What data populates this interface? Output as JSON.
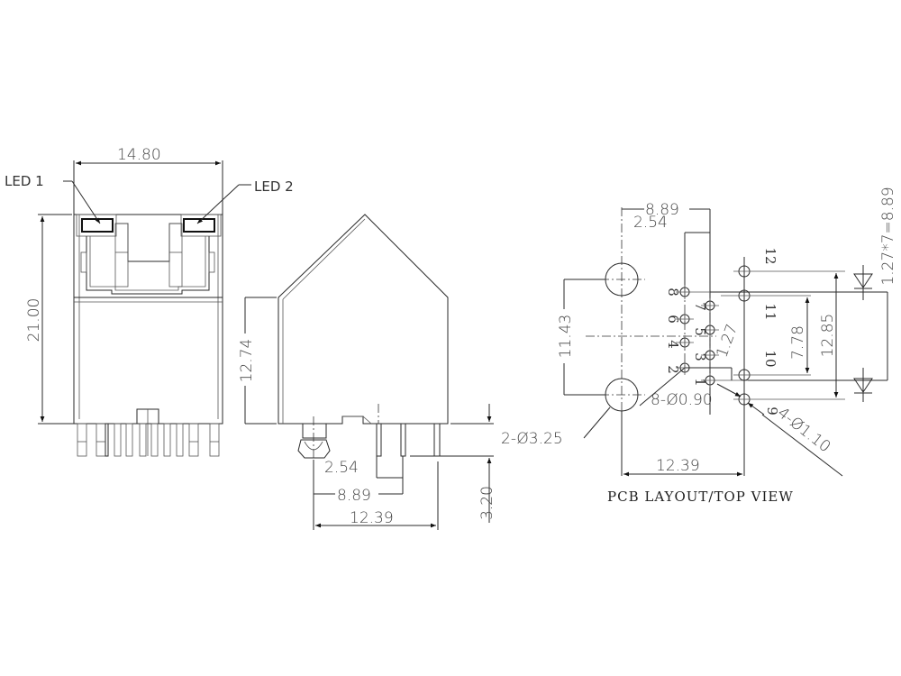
{
  "front_view": {
    "width_dim": "14.80",
    "height_dim": "21.00",
    "led1_label": "LED 1",
    "led2_label": "LED 2"
  },
  "side_view": {
    "height_dim": "12.74",
    "pin_pitch_dim": "2.54",
    "pin_offset_dim": "8.89",
    "total_dim": "12.39",
    "pin_length_dim": "3.20"
  },
  "pcb_layout": {
    "title": "PCB LAYOUT/TOP VIEW",
    "top_dim_a": "8.89",
    "top_dim_b": "2.54",
    "hole_spacing_dim": "11.43",
    "pitch_dim": "1.27",
    "led_span_dim": "7.78",
    "outer_span_dim": "12.85",
    "pitch_formula": "1.27*7=8.89",
    "bottom_dim": "12.39",
    "mount_hole_callout": "2-Ø3.25",
    "signal_hole_callout": "8-Ø0.90",
    "led_hole_callout": "4-Ø1.10",
    "pins": [
      "1",
      "2",
      "3",
      "4",
      "5",
      "6",
      "7",
      "8",
      "9",
      "10",
      "11",
      "12"
    ]
  }
}
